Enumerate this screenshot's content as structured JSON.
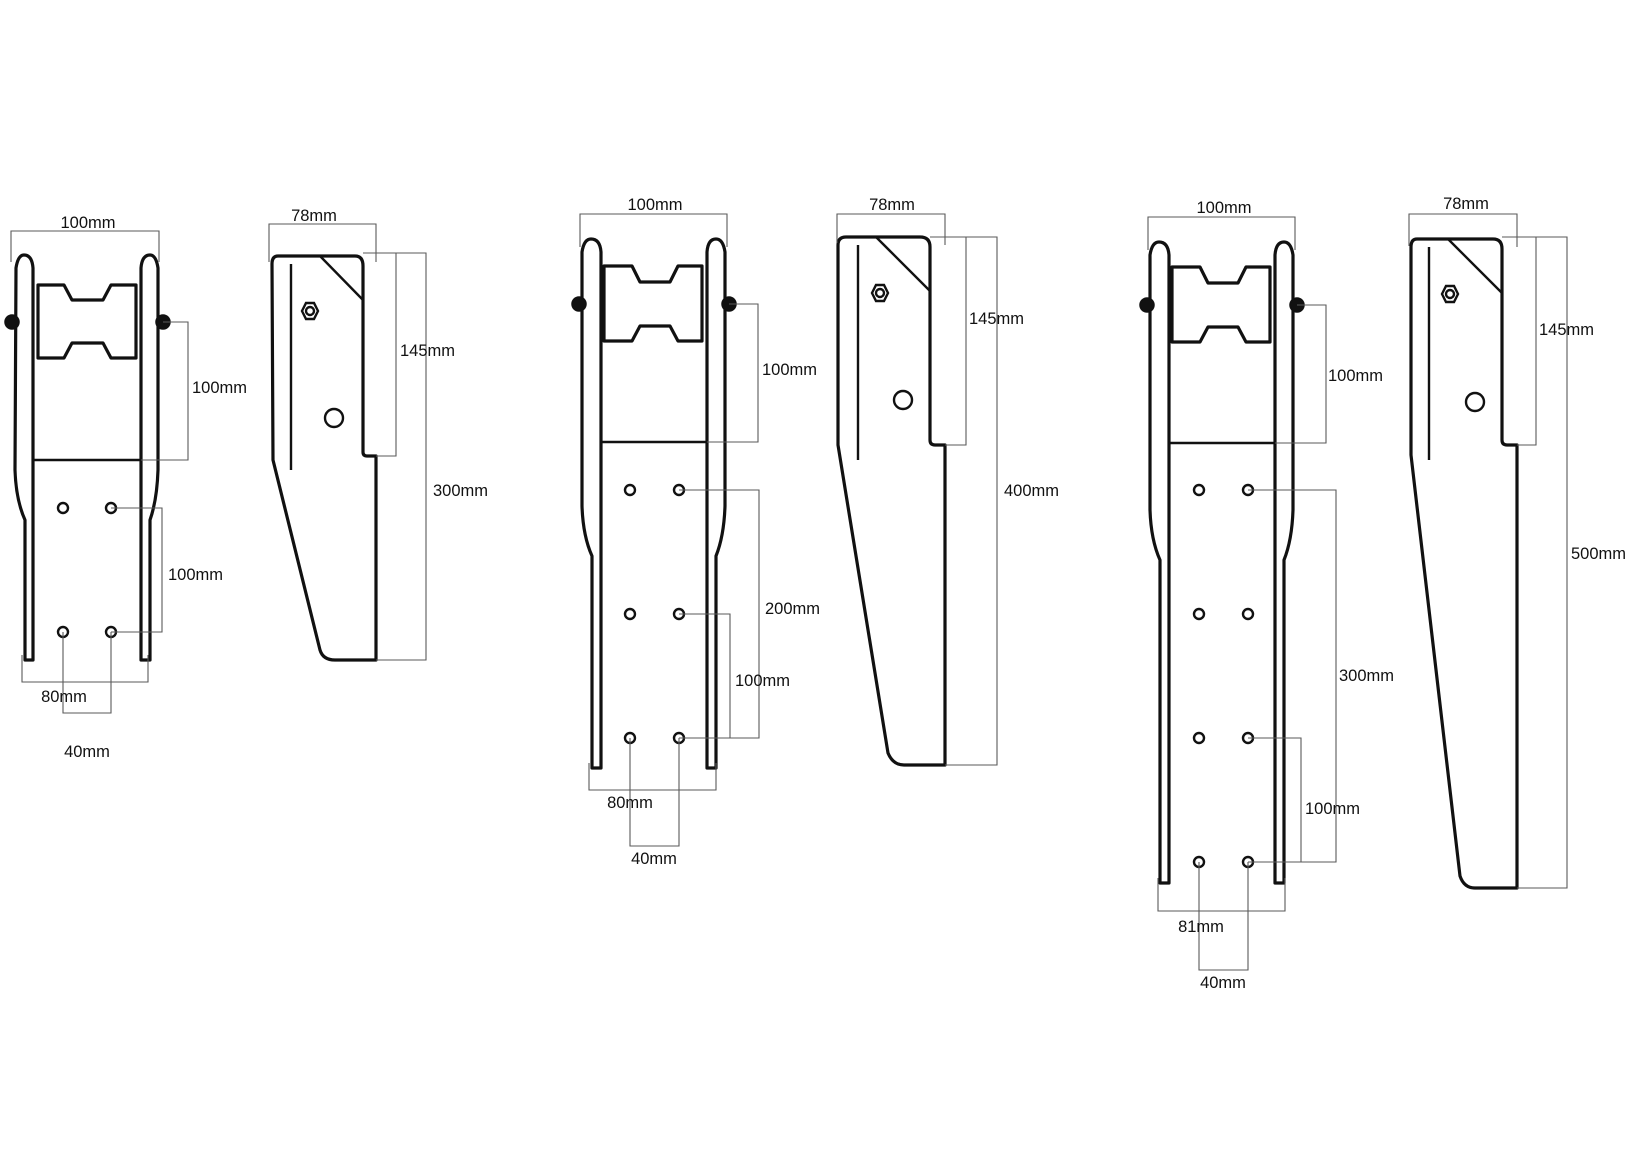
{
  "brackets": [
    {
      "front": {
        "width_label": "100mm",
        "roller_spacing_label": "100mm",
        "hole_spacing_label": "100mm",
        "base_width_label": "80mm",
        "hole_center_label": "40mm"
      },
      "side": {
        "depth_label": "78mm",
        "head_label": "145mm",
        "length_label": "300mm"
      }
    },
    {
      "front": {
        "width_label": "100mm",
        "roller_spacing_label": "100mm",
        "hole_span_label": "200mm",
        "hole_spacing_label": "100mm",
        "base_width_label": "80mm",
        "hole_center_label": "40mm"
      },
      "side": {
        "depth_label": "78mm",
        "head_label": "145mm",
        "length_label": "400mm"
      }
    },
    {
      "front": {
        "width_label": "100mm",
        "roller_spacing_label": "100mm",
        "hole_span_label": "300mm",
        "hole_spacing_label": "100mm",
        "base_width_label": "81mm",
        "hole_center_label": "40mm"
      },
      "side": {
        "depth_label": "78mm",
        "head_label": "145mm",
        "length_label": "500mm"
      }
    }
  ]
}
